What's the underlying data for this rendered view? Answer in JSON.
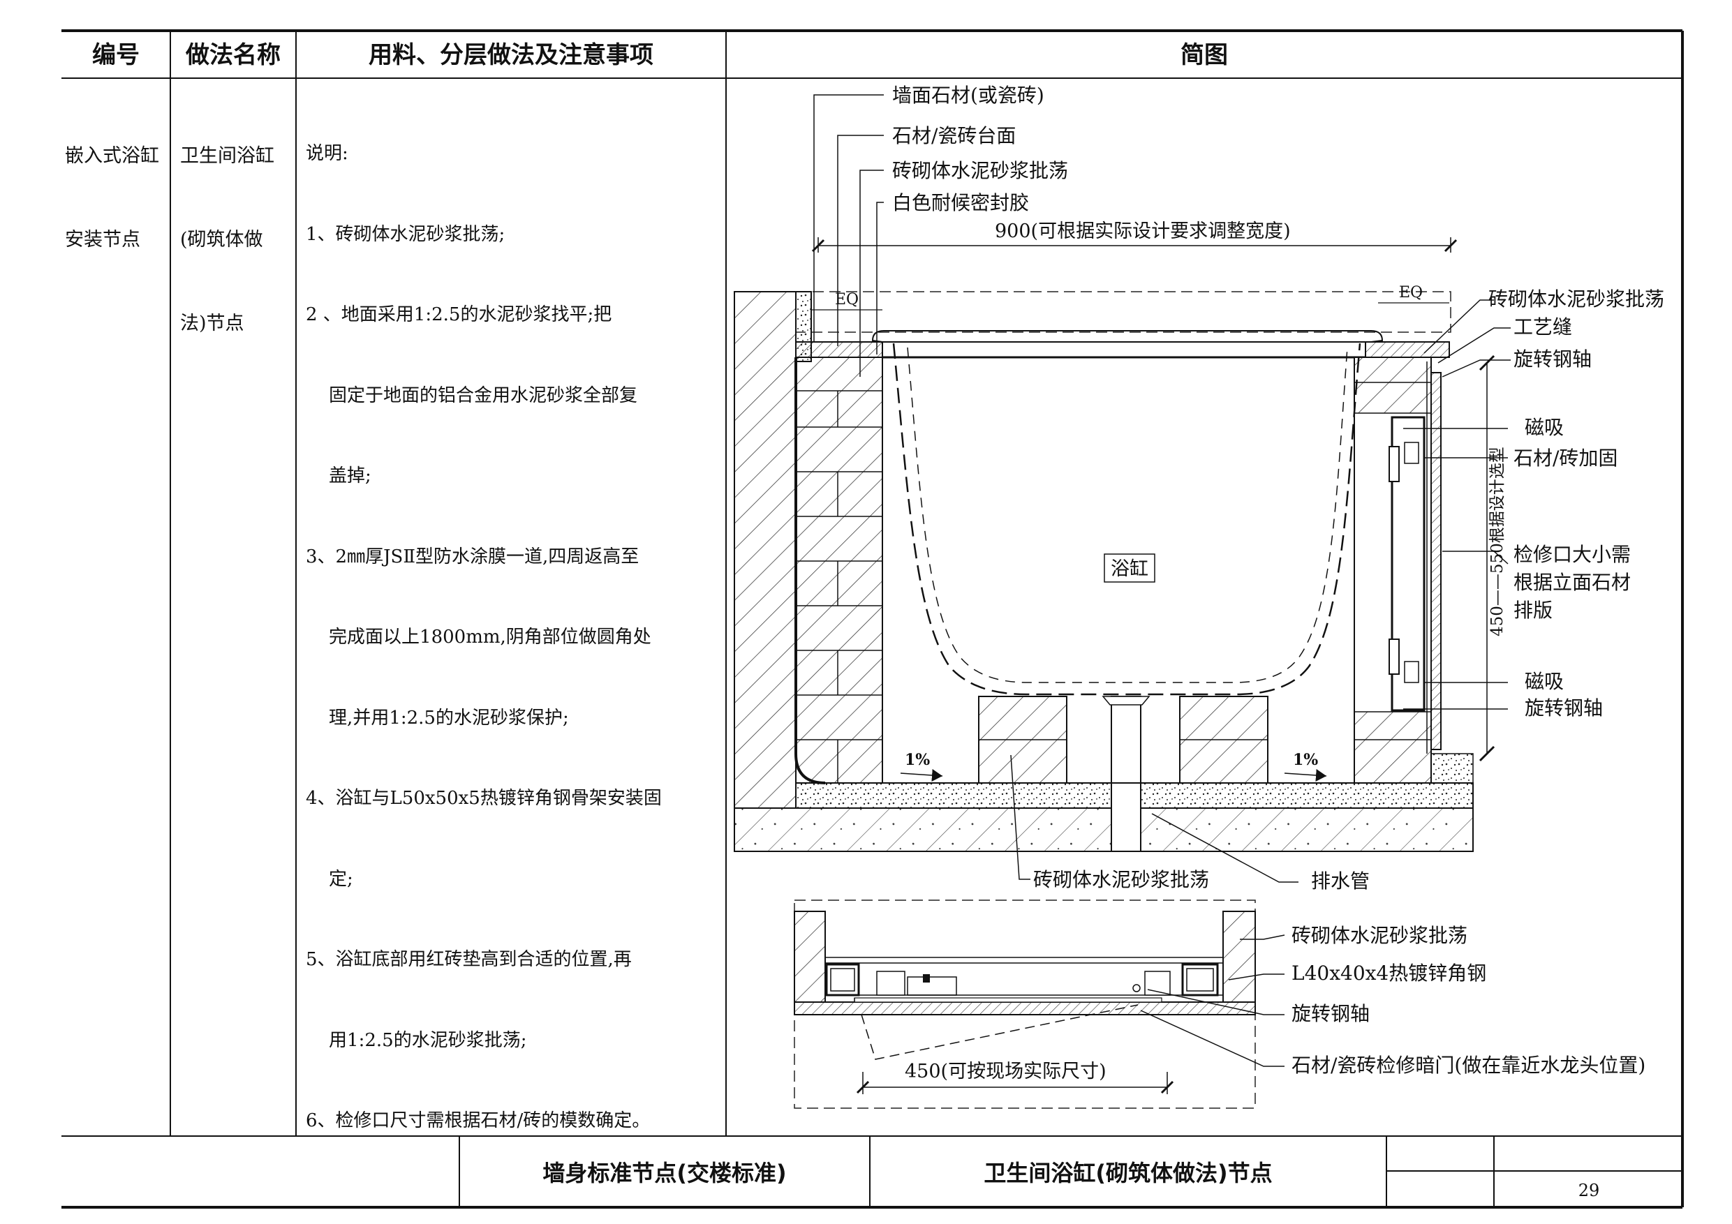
{
  "table": {
    "headers": [
      "编号",
      "做法名称",
      "用料、分层做法及注意事项",
      "简图"
    ],
    "code_lines": [
      "嵌入式浴缸",
      "安装节点"
    ],
    "name_lines": [
      "卫生间浴缸",
      "(砌筑体做",
      "法)节点"
    ],
    "notes_lines": [
      "说明:",
      "1、砖砌体水泥砂浆批荡;",
      "2 、地面采用1:2.5的水泥砂浆找平;把",
      "    固定于地面的铝合金用水泥砂浆全部复",
      "    盖掉;",
      "3、2㎜厚JSⅡ型防水涂膜一道,四周返高至",
      "    完成面以上1800mm,阴角部位做圆角处",
      "    理,并用1:2.5的水泥砂浆保护;",
      "4、浴缸与L50x50x5热镀锌角钢骨架安装固",
      "    定;",
      "5、浴缸底部用红砖垫高到合适的位置,再",
      "    用1:2.5的水泥砂浆批荡;",
      "6、检修口尺寸需根据石材/砖的模数确定。"
    ]
  },
  "section": {
    "labels_top": [
      "墙面石材(或瓷砖)",
      "石材/瓷砖台面",
      "砖砌体水泥砂浆批荡",
      "白色耐候密封胶"
    ],
    "width_dim": "900(可根据实际设计要求调整宽度)",
    "eq": "EQ",
    "labels_right": [
      "砖砌体水泥砂浆批荡",
      "工艺缝",
      "旋转钢轴",
      "磁吸",
      "石材/砖加固",
      "磁吸",
      "旋转钢轴"
    ],
    "access_lines": [
      "检修口大小需",
      "根据立面石材",
      "排版"
    ],
    "height_dim": "450——550根据设计选型",
    "bathtub": "浴缸",
    "slope": "1%",
    "labels_bottom": [
      "砖砌体水泥砂浆批荡",
      "排水管"
    ]
  },
  "plan": {
    "labels": [
      "砖砌体水泥砂浆批荡",
      "L40x40x4热镀锌角钢",
      "旋转钢轴",
      "石材/瓷砖检修暗门(做在靠近水龙头位置)"
    ],
    "width_dim": "450(可按现场实际尺寸)"
  },
  "footer": {
    "series": "墙身标准节点(交楼标准)",
    "title": "卫生间浴缸(砌筑体做法)节点",
    "page": "29"
  }
}
